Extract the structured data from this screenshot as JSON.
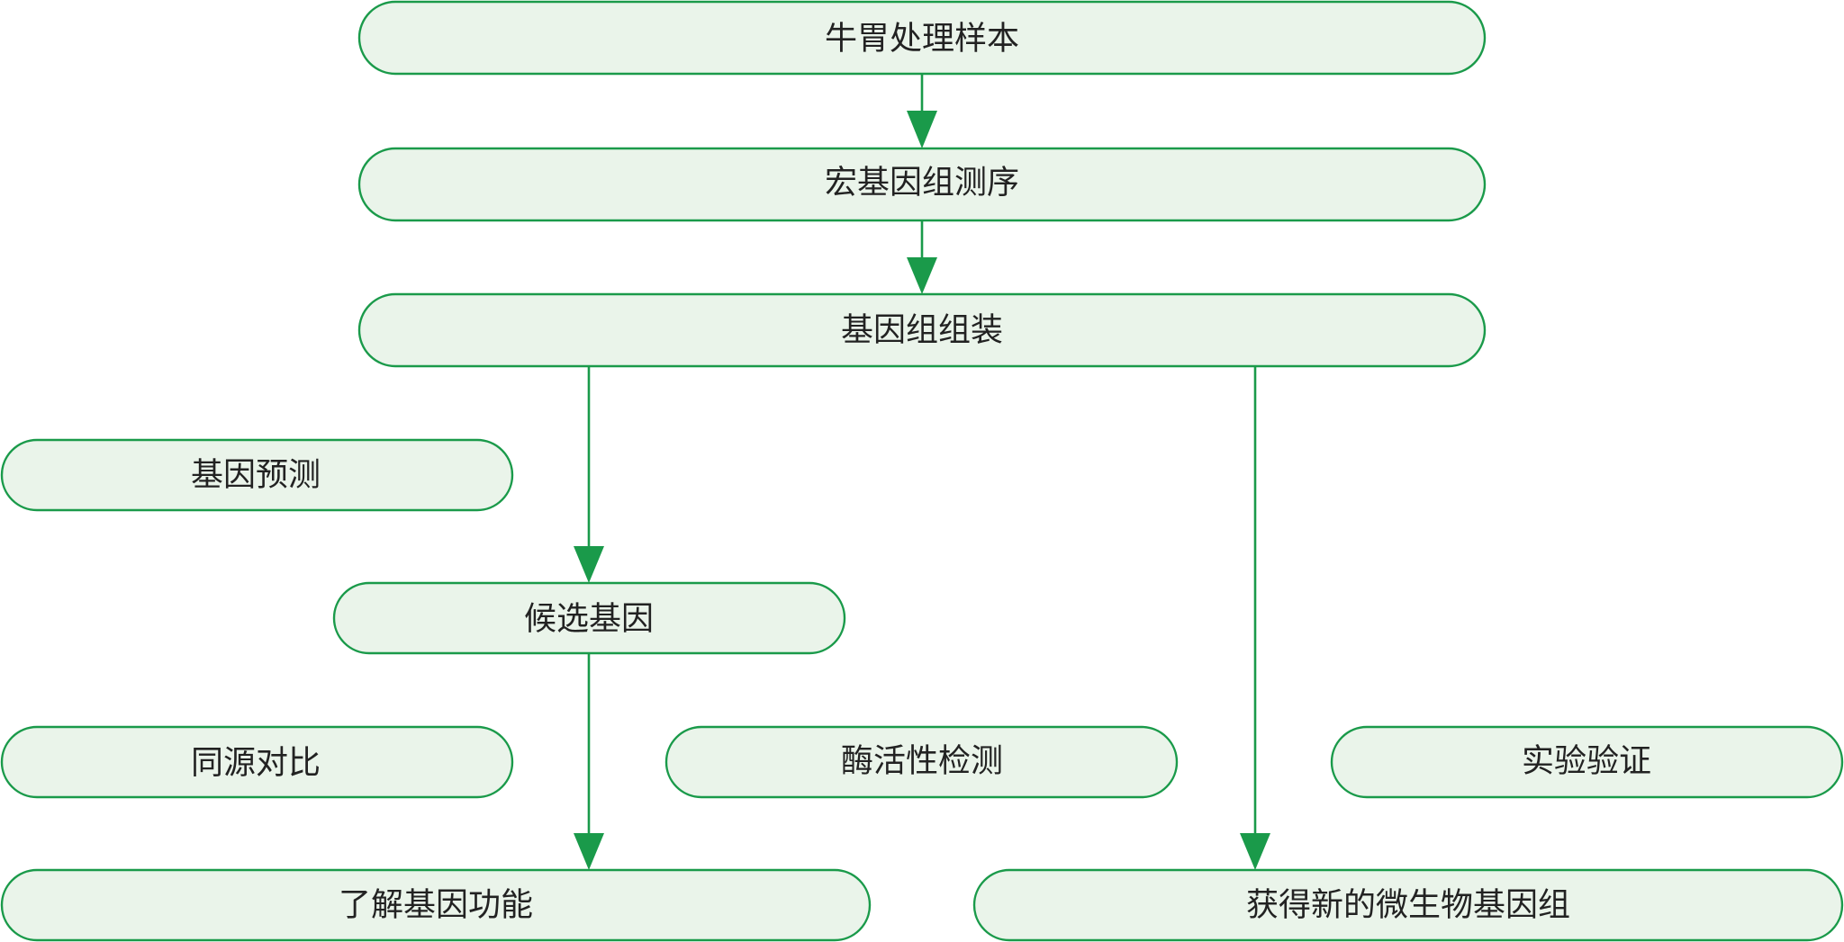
{
  "diagram": {
    "colors": {
      "box_fill": "#eaf4ea",
      "box_stroke": "#1a9a4a",
      "arrow": "#1a9a4a",
      "text": "#222222"
    },
    "nodes": {
      "sample": "牛胃处理样本",
      "sequencing": "宏基因组测序",
      "assembly": "基因组组装",
      "prediction": "基因预测",
      "candidate": "候选基因",
      "homology": "同源对比",
      "enzyme": "酶活性检测",
      "validation": "实验验证",
      "function": "了解基因功能",
      "genome": "获得新的微生物基因组"
    }
  }
}
